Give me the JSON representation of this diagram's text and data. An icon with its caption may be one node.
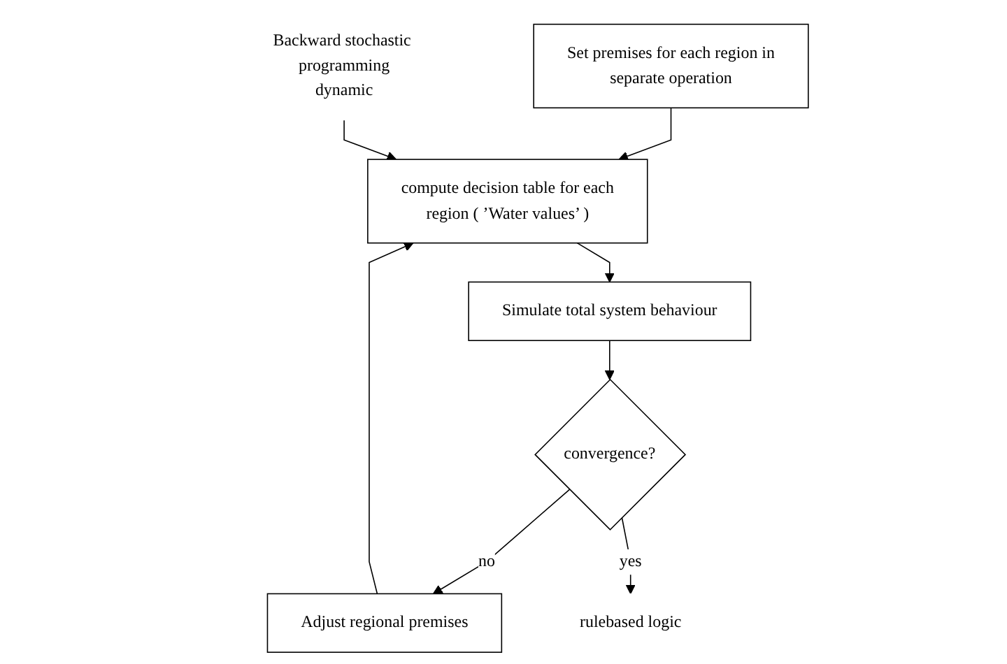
{
  "diagram": {
    "nodes": [
      {
        "text": [
          "Set premises for each region in separate operation"
        ]
      },
      {
        "text": [
          "compute decision table for each region ( ’Water values’ )"
        ]
      },
      {
        "text": [
          "Backward stochastic programming dynamic"
        ]
      },
      {
        "text": [
          "Simulate total system behaviour"
        ]
      },
      {
        "text": [
          "convergence?"
        ]
      },
      {
        "text": [
          "Adjust regional premises"
        ]
      },
      {
        "text": [
          "rulebased logic"
        ]
      }
    ],
    "edges": [
      {
        "from": 0,
        "to": 1,
        "arrow": "to"
      },
      {
        "from": 2,
        "to": 1,
        "arrow": "to"
      },
      {
        "from": 1,
        "to": 3,
        "arrow": "to"
      },
      {
        "from": 3,
        "to": 4,
        "arrow": "to"
      },
      {
        "from": 4,
        "to": 5,
        "label": "no",
        "arrow": "to"
      },
      {
        "from": 5,
        "to": 1,
        "arrow": "to"
      },
      {
        "from": 4,
        "to": 6,
        "label": "yes",
        "arrow": "to"
      }
    ]
  }
}
